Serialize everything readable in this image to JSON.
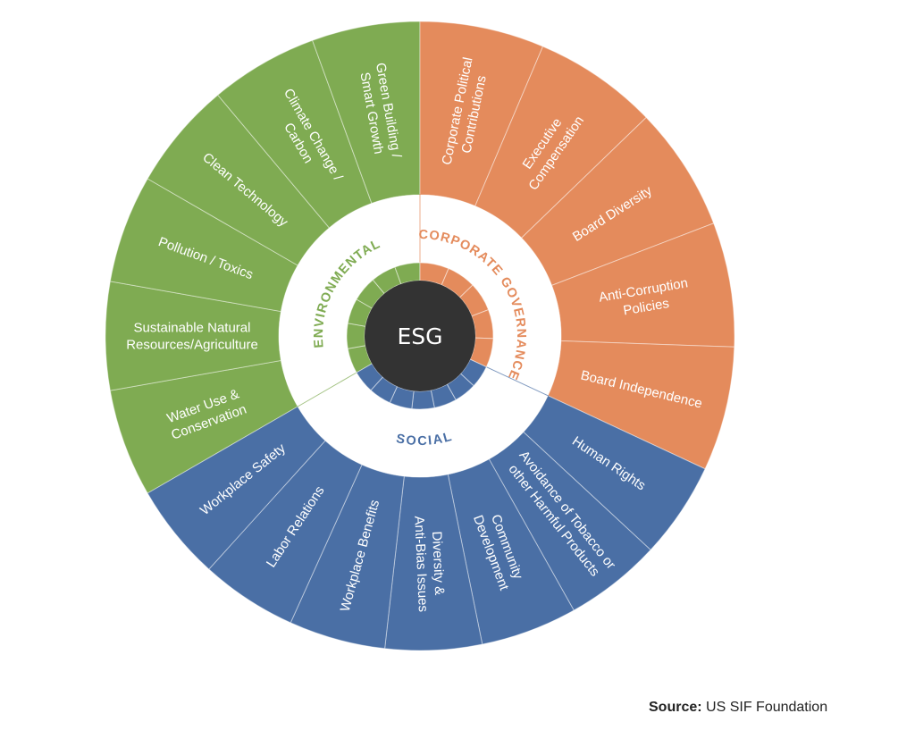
{
  "center": {
    "label": "ESG"
  },
  "colors": {
    "environmental": "#7fab52",
    "corporate_governance": "#e48b5c",
    "social": "#4a6fa5",
    "center": "#333333",
    "background": "#ffffff"
  },
  "categories": [
    {
      "key": "environmental",
      "name": "ENVIRONMENTAL",
      "segments": [
        {
          "lines": [
            "Water Use &",
            "Conservation"
          ]
        },
        {
          "lines": [
            "Sustainable Natural",
            "Resources/Agriculture"
          ]
        },
        {
          "lines": [
            "Pollution / Toxics"
          ]
        },
        {
          "lines": [
            "Clean Technology"
          ]
        },
        {
          "lines": [
            "Climate Change /",
            "Carbon"
          ]
        },
        {
          "lines": [
            "Green Building /",
            "Smart Growth"
          ]
        }
      ]
    },
    {
      "key": "corporate_governance",
      "name": "CORPORATE GOVERNANCE",
      "segments": [
        {
          "lines": [
            "Corporate Political",
            "Contributions"
          ]
        },
        {
          "lines": [
            "Executive",
            "Compensation"
          ]
        },
        {
          "lines": [
            "Board Diversity"
          ]
        },
        {
          "lines": [
            "Anti-Corruption",
            "Policies"
          ]
        },
        {
          "lines": [
            "Board Independence"
          ]
        }
      ]
    },
    {
      "key": "social",
      "name": "SOCIAL",
      "segments": [
        {
          "lines": [
            "Human Rights"
          ]
        },
        {
          "lines": [
            "Avoidance of Tobacco or",
            "other Harmful Products"
          ]
        },
        {
          "lines": [
            "Community",
            "Development"
          ]
        },
        {
          "lines": [
            "Diversity &",
            "Anti-Bias Issues"
          ]
        },
        {
          "lines": [
            "Workplace Benefits"
          ]
        },
        {
          "lines": [
            "Labor Relations"
          ]
        },
        {
          "lines": [
            "Workplace Safety"
          ]
        }
      ]
    }
  ],
  "source": {
    "prefix": "Source:",
    "text": "US SIF Foundation"
  }
}
